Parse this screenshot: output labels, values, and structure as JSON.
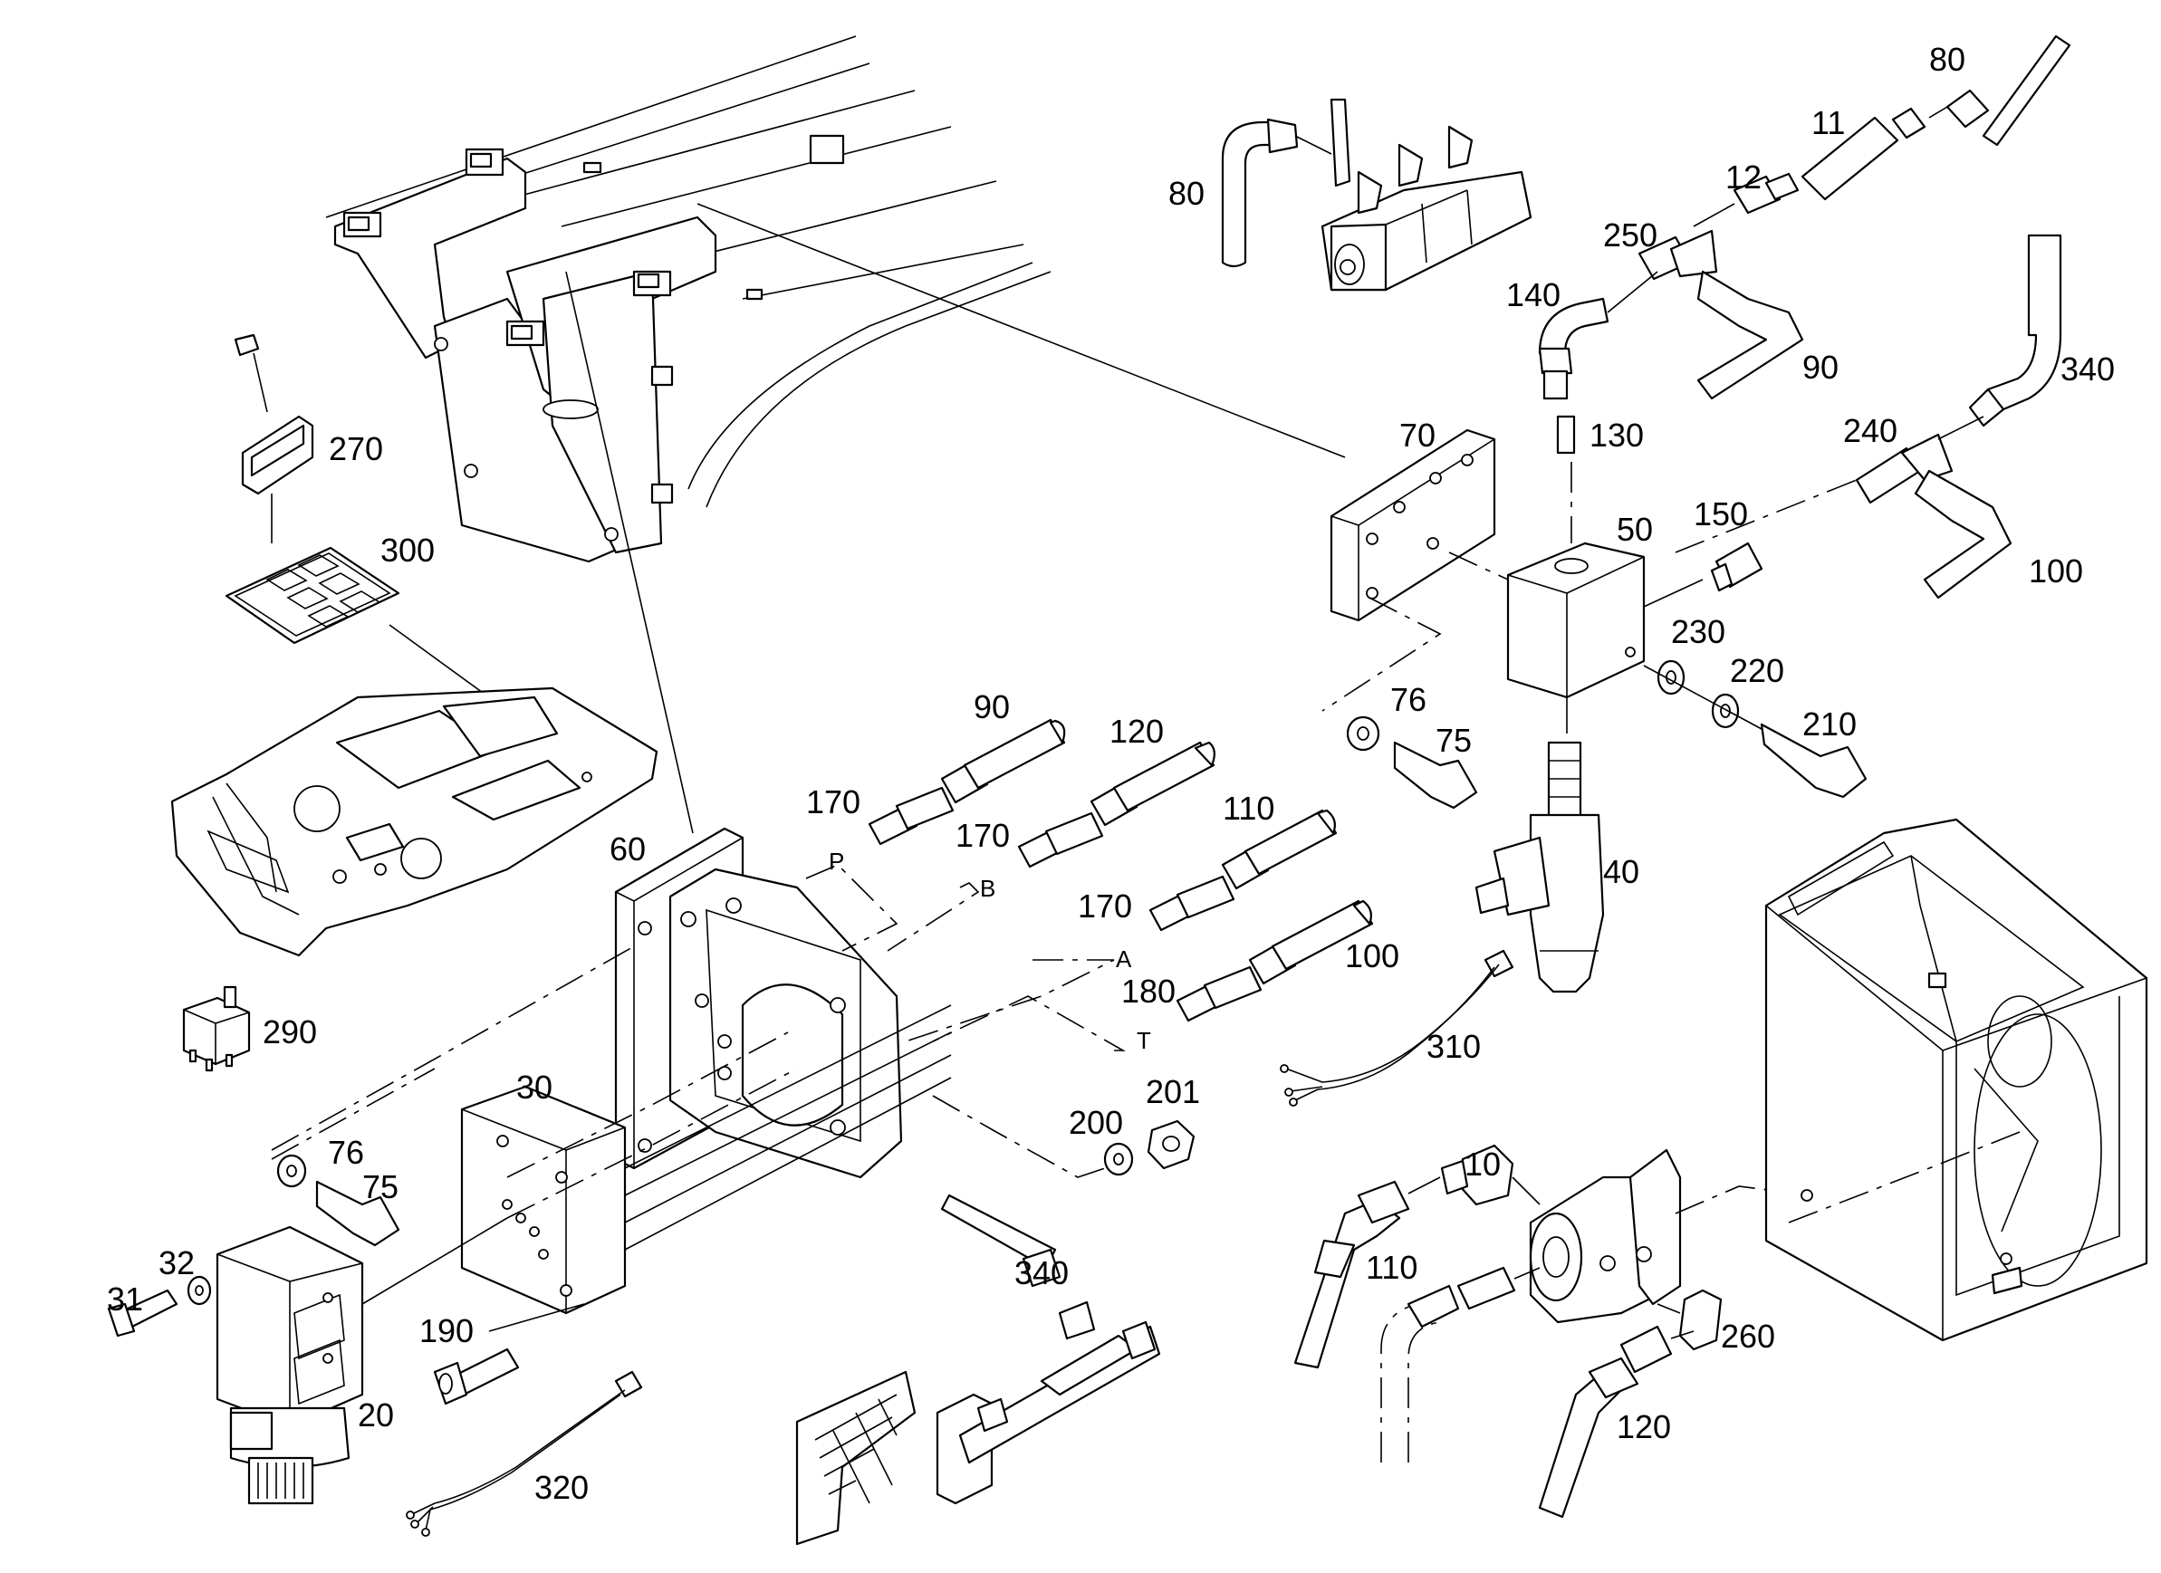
{
  "labels": {
    "l80a": "80",
    "l80b": "80",
    "l11": "11",
    "l12": "12",
    "l250": "250",
    "l140": "140",
    "l90a": "90",
    "l340a": "340",
    "l130": "130",
    "l240": "240",
    "l70": "70",
    "l50": "50",
    "l150": "150",
    "l100a": "100",
    "l230": "230",
    "l220": "220",
    "l210": "210",
    "l76a": "76",
    "l75a": "75",
    "l270": "270",
    "l300": "300",
    "l90b": "90",
    "l120a": "120",
    "l110a": "110",
    "l100b": "100",
    "l170a": "170",
    "l170b": "170",
    "l170c": "170",
    "l180": "180",
    "l60": "60",
    "l40": "40",
    "l310": "310",
    "l290": "290",
    "l30": "30",
    "l201": "201",
    "l200": "200",
    "l76b": "76",
    "l75b": "75",
    "l10": "10",
    "l32": "32",
    "l31": "31",
    "l190": "190",
    "l340b": "340",
    "l110b": "110",
    "l260": "260",
    "l20": "20",
    "l320": "320",
    "l120b": "120"
  },
  "ports": {
    "p": "P",
    "b": "B",
    "a": "A",
    "t": "T"
  }
}
